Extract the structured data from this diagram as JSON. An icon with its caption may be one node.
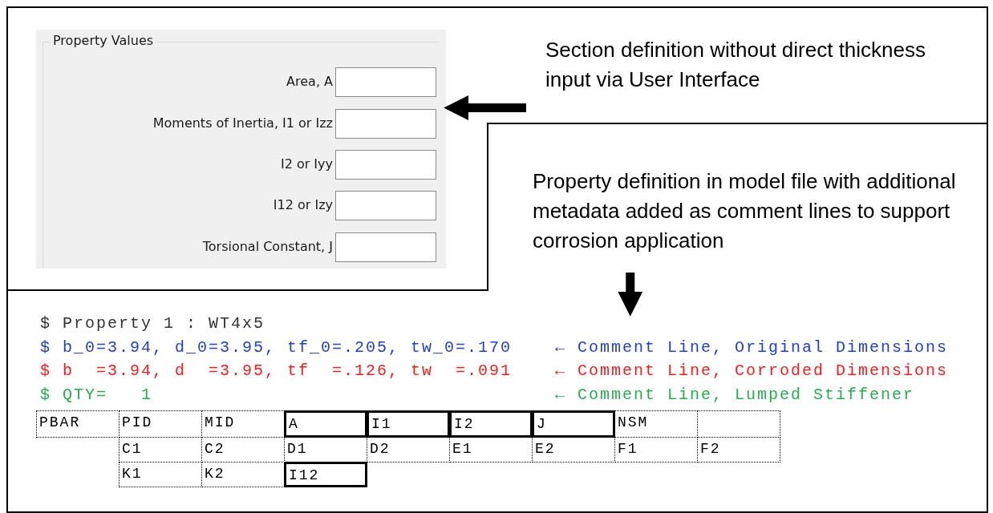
{
  "diagram": {
    "nodes": [
      {
        "text": [
          "Property Values",
          "Area, A",
          "Moments of Inertia, I1 or Izz",
          "I2 or Iyy",
          "I12 or Izy",
          "Torsional Constant, J"
        ]
      },
      {
        "text": [
          "Section definition without direct thickness input via User Interface"
        ]
      },
      {
        "text": [
          "Property definition in model file with additional metadata added as comment lines to support corrosion application"
        ]
      },
      {
        "text": [
          "$ Property 1 : WT4x5",
          "$ b_0=3.94, d_0=3.95, tf_0=.205, tw_0=.170",
          "$ b  =3.94, d  =3.95, tf  =.126, tw  =.091",
          "$ QTY=   1"
        ]
      }
    ],
    "edges": [
      {
        "from": 1,
        "to": 0,
        "arrow": "to"
      },
      {
        "from": 2,
        "to": 3,
        "arrow": "to"
      }
    ],
    "labels": [
      "← Comment Line, Original Dimensions",
      "← Comment Line, Corroded Dimensions",
      "← Comment Line, Lumped Stiffener",
      "PBAR",
      "PID",
      "MID",
      "A",
      "I1",
      "I2",
      "J",
      "NSM",
      "C1",
      "C2",
      "D1",
      "D2",
      "E1",
      "E2",
      "F1",
      "F2",
      "K1",
      "K2",
      "I12"
    ]
  }
}
